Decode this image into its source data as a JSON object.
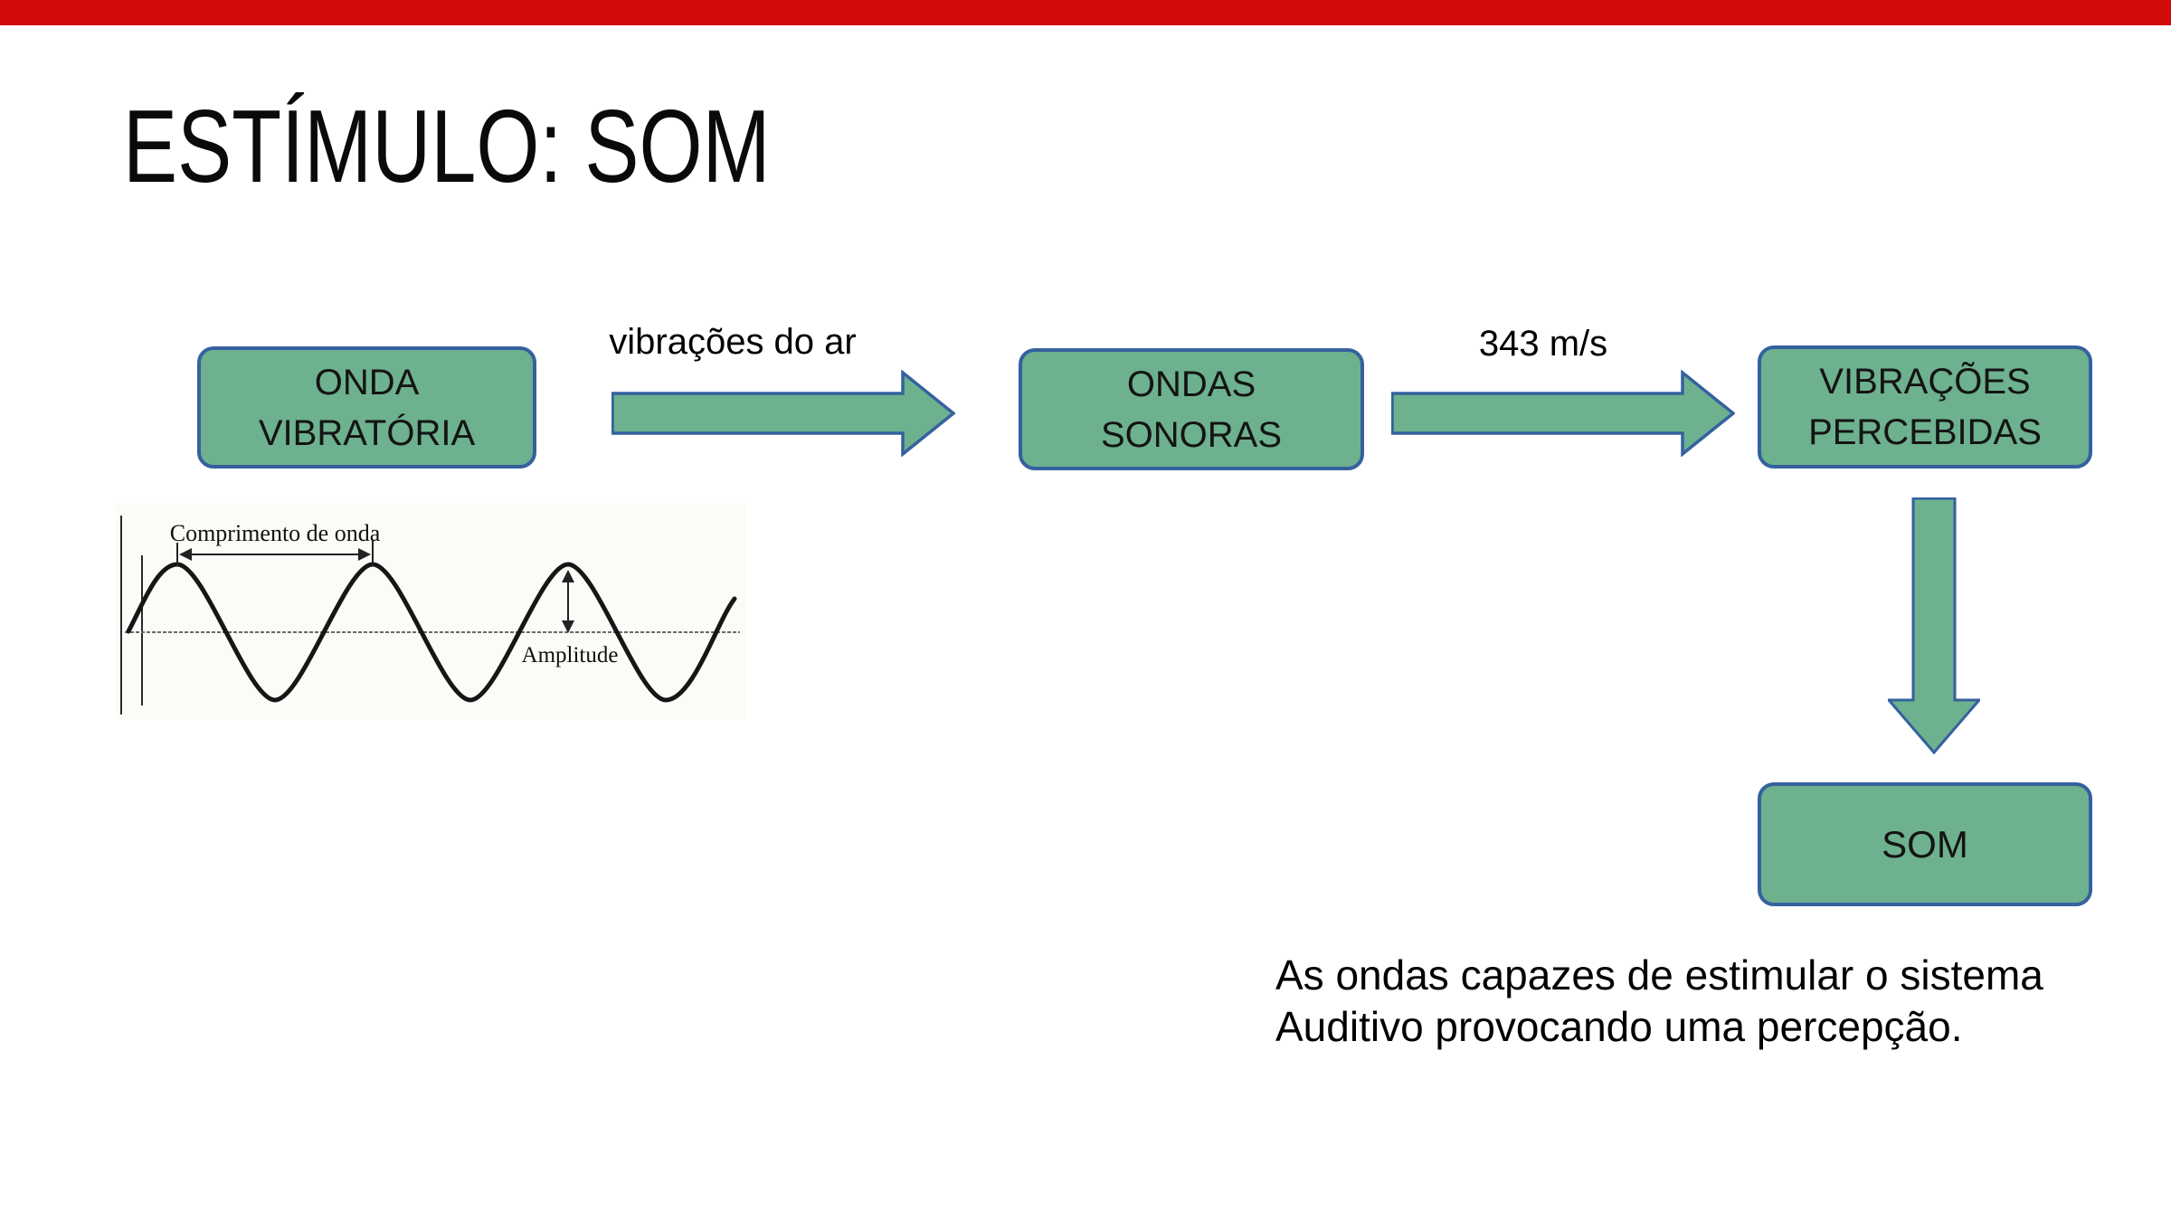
{
  "slide": {
    "title": "ESTÍMULO: SOM",
    "top_bar_color": "#d20a0a"
  },
  "flow": {
    "box_fill": "#6db18f",
    "box_border": "#35619e",
    "boxes": {
      "onda": {
        "line1": "ONDA",
        "line2": "VIBRATÓRIA"
      },
      "sonoras": {
        "line1": "ONDAS",
        "line2": "SONORAS"
      },
      "percebidas": {
        "line1": "VIBRAÇÕES",
        "line2": "PERCEBIDAS"
      },
      "som": {
        "label": "SOM"
      }
    },
    "arrow_labels": {
      "air": "vibrações do ar",
      "speed": "343 m/s"
    }
  },
  "wave_figure": {
    "wavelength_label": "Comprimento de onda",
    "amplitude_label": "Amplitude"
  },
  "note": {
    "line1": "As ondas capazes de estimular o sistema",
    "line2": "Auditivo provocando uma percepção."
  }
}
